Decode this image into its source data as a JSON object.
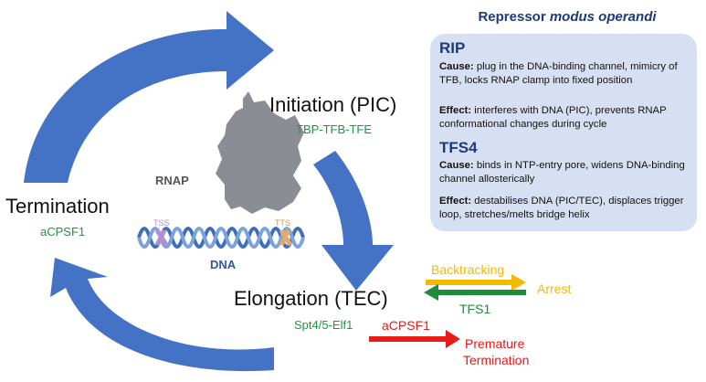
{
  "cycle": {
    "initiation": {
      "label": "Initiation (PIC)",
      "factors": "TBP-TFB-TFE"
    },
    "elongation": {
      "label": "Elongation (TEC)",
      "factors": "Spt4/5-Elf1"
    },
    "termination": {
      "label": "Termination",
      "factors": "aCPSF1"
    }
  },
  "center": {
    "rnap": "RNAP",
    "dna": "DNA",
    "tss": "TSS",
    "tts": "TTS"
  },
  "side_paths": {
    "backtracking": "Backtracking",
    "arrest": "Arrest",
    "tfs1": "TFS1",
    "acpsf1": "aCPSF1",
    "premature": [
      "Premature",
      "Termination"
    ]
  },
  "panel": {
    "title_prefix": "Repressor",
    "title_italic": "modus operandi",
    "rip": {
      "heading": "RIP",
      "cause_label": "Cause:",
      "cause_text": "plug in the DNA-binding channel, mimicry of TFB, locks RNAP clamp into fixed position",
      "effect_label": "Effect:",
      "effect_text": "interferes with DNA (PIC), prevents RNAP conformational changes during cycle"
    },
    "tfs4": {
      "heading": "TFS4",
      "cause_label": "Cause:",
      "cause_text": "binds in NTP-entry pore, widens DNA-binding channel allosterically",
      "effect_label": "Effect:",
      "effect_text": "destabilises DNA (PIC/TEC), displaces trigger loop, stretches/melts bridge helix"
    }
  },
  "colors": {
    "cycle_arrow": "#4472c4",
    "factor_green": "#1a9a3c",
    "backtrack_yellow": "#f5b800",
    "tfs1_green": "#1e8c3a",
    "red": "#e81a1a",
    "panel_bg": "#d6e0f2",
    "panel_title": "#1f3a78",
    "dna_blue": "#3f6fb8",
    "rnap_gray": "#8a8e94"
  }
}
